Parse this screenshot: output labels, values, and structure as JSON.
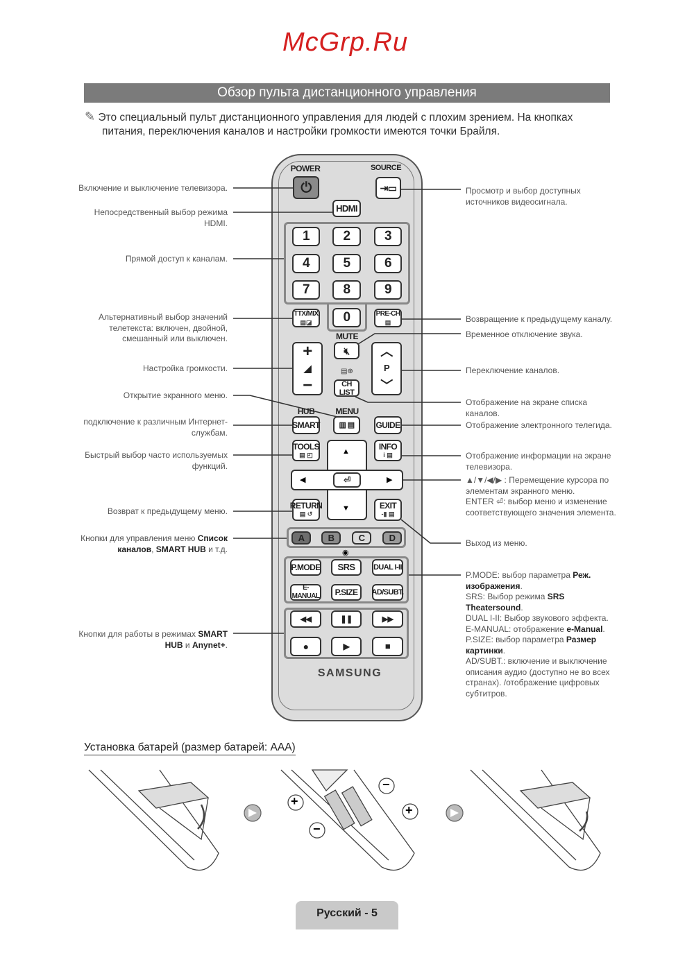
{
  "header": {
    "title": "Обзор пульта дистанционного управления"
  },
  "note": {
    "icon": "pencil-note-icon",
    "line1": "Это специальный пульт дистанционного управления для людей с плохим зрением. На кнопках",
    "line2": "питания, переключения каналов и настройки громкости имеются точки Брайля."
  },
  "remote": {
    "power_label": "POWER",
    "source_label": "SOURCE",
    "hdmi": "HDMI",
    "numbers": [
      "1",
      "2",
      "3",
      "4",
      "5",
      "6",
      "7",
      "8",
      "9",
      "0"
    ],
    "ttx": "TTX/MIX",
    "prech": "PRE-CH",
    "mute_label": "MUTE",
    "chlist": "CH LIST",
    "p": "P",
    "hub_label": "HUB",
    "menu_label": "MENU",
    "smart": "SMART",
    "guide": "GUIDE",
    "tools": "TOOLS",
    "info": "INFO",
    "return": "RETURN",
    "exit": "EXIT",
    "colors": [
      "A",
      "B",
      "C",
      "D"
    ],
    "pmode": "P.MODE",
    "srs": "SRS",
    "dual": "DUAL I-II",
    "emanual": "E-MANUAL",
    "psize": "P.SIZE",
    "adsubt": "AD/SUBT.",
    "brand": "SAMSUNG",
    "color_keys": {
      "A": "#6e6e6e",
      "B": "#8a8a8a",
      "C": "#dcdcdc",
      "D": "#9a9a9a"
    }
  },
  "left_callouts": [
    {
      "lines": [
        "Включение и выключение телевизора."
      ]
    },
    {
      "lines": [
        "Непосредственный выбор режима",
        "HDMI."
      ]
    },
    {
      "lines": [
        "Прямой доступ к каналам."
      ]
    },
    {
      "lines": [
        "Альтернативный выбор значений",
        "телетекста: включен, двойной,",
        "смешанный или выключен."
      ]
    },
    {
      "lines": [
        "Настройка громкости."
      ]
    },
    {
      "lines": [
        "Открытие экранного меню."
      ]
    },
    {
      "lines": [
        "подключение к различным Интернет-",
        "службам."
      ]
    },
    {
      "lines": [
        "Быстрый выбор часто используемых",
        "функций."
      ]
    },
    {
      "lines": [
        "Возврат к предыдущему меню."
      ]
    },
    {
      "a": "Кнопки для управления меню ",
      "b": "Список",
      "c": "каналов",
      "d": ", ",
      "e": "SMART HUB",
      "f": " и т.д."
    },
    {
      "a": "Кнопки для работы в режимах ",
      "b": "SMART",
      "c": "HUB",
      "d": " и ",
      "e": "Anynet+",
      "f": "."
    }
  ],
  "right_callouts": [
    {
      "lines": [
        "Просмотр и выбор доступных",
        "источников видеосигнала."
      ]
    },
    {
      "lines": [
        "Возвращение к предыдущему каналу."
      ]
    },
    {
      "lines": [
        "Временное отключение звука."
      ]
    },
    {
      "lines": [
        "Переключение каналов."
      ]
    },
    {
      "lines": [
        "Отображение на экране списка",
        "каналов."
      ]
    },
    {
      "lines": [
        "Отображение электронного телегида."
      ]
    },
    {
      "lines": [
        "Отображение информации на экране",
        "телевизора."
      ]
    },
    {
      "lines": [
        "▲/▼/◀/▶ : Перемещение курсора по",
        "элементам экранного меню.",
        "ENTER ⏎: выбор меню и изменение",
        "соответствующего значения элемента."
      ]
    },
    {
      "lines": [
        "Выход из меню."
      ]
    }
  ],
  "buttons_desc": {
    "l1a": "P.MODE: выбор параметра ",
    "l1b": "Реж.",
    "l2b": "изображения",
    "l2c": ".",
    "l3a": "SRS: Выбор режима ",
    "l3b": "SRS",
    "l4b": "Theatersound",
    "l4c": ".",
    "l5": "DUAL I-II: Выбор звукового эффекта.",
    "l6a": "E-MANUAL: отображение ",
    "l6b": "e-Manual",
    "l6c": ".",
    "l7a": "P.SIZE: выбор параметра ",
    "l7b": "Размер",
    "l8b": "картинки",
    "l8c": ".",
    "l9": "AD/SUBT.: включение и выключение",
    "l10": "описания аудио (доступно не во всех",
    "l11": "странах). /отображение цифровых",
    "l12": "субтитров."
  },
  "battery": {
    "title": "Установка батарей (размер батарей: AAA)",
    "plus": "+",
    "minus": "−"
  },
  "watermark": "McGrp.Ru",
  "footer": {
    "label": "Русский - 5"
  }
}
